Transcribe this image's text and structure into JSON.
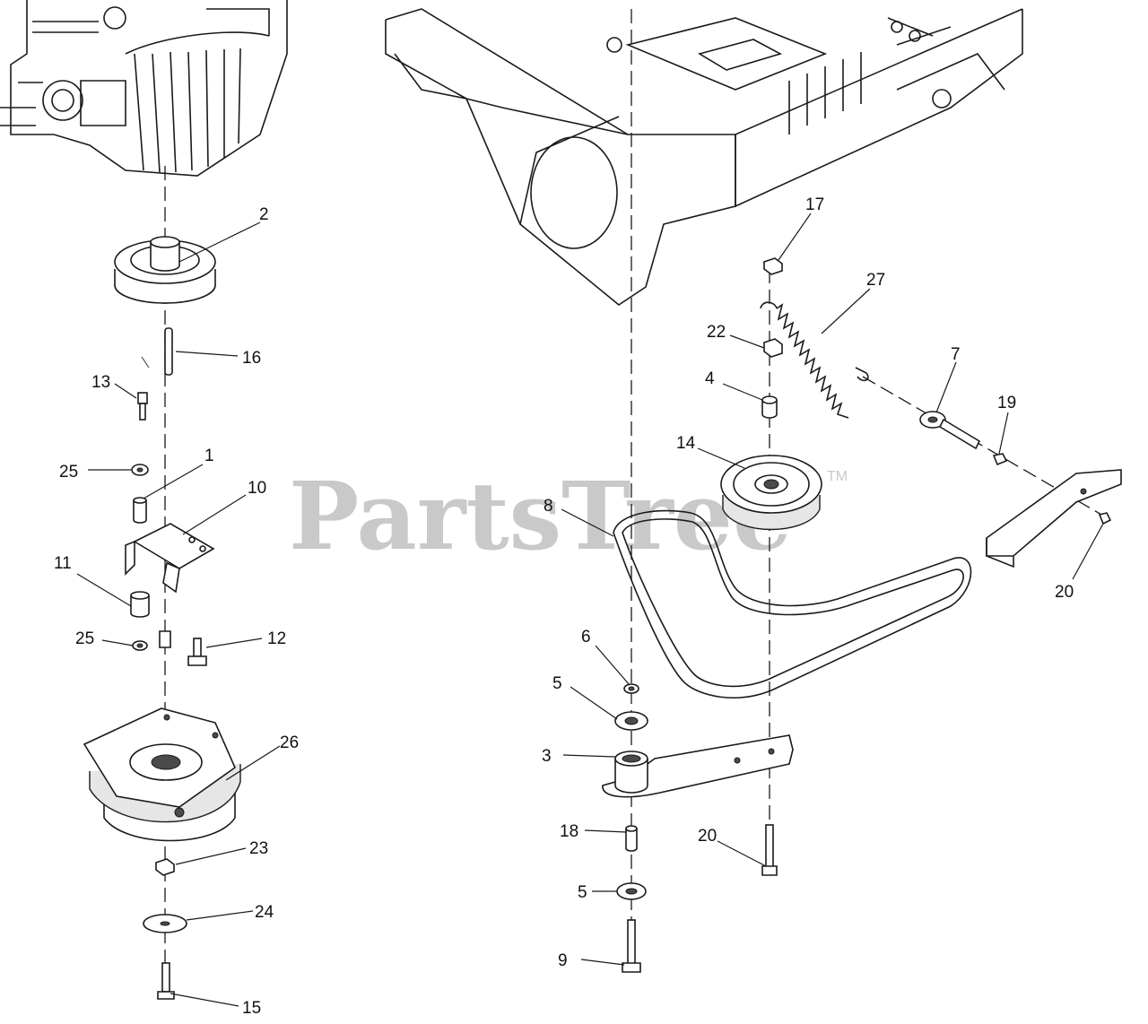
{
  "watermark": {
    "text": "PartsTree",
    "trademark": "TM"
  },
  "callouts": [
    "1",
    "2",
    "3",
    "4",
    "5",
    "5",
    "6",
    "7",
    "8",
    "9",
    "10",
    "11",
    "12",
    "13",
    "14",
    "15",
    "16",
    "17",
    "18",
    "19",
    "20",
    "20",
    "22",
    "23",
    "24",
    "25",
    "25",
    "26",
    "27"
  ],
  "parts": [
    "engine",
    "frame",
    "engine-pulley",
    "key",
    "cap-screw",
    "washer",
    "spacer",
    "bracket",
    "spacer",
    "washer",
    "bolt",
    "pto-clutch",
    "nut",
    "washer",
    "bolt",
    "idler-pulley",
    "spacer",
    "belt",
    "spring",
    "flange-nut",
    "nut",
    "eye-bolt",
    "nut",
    "bracket",
    "nut",
    "washer",
    "bearing",
    "idler-arm",
    "bushing",
    "bearing",
    "shaft-bolt",
    "pivot-bolt"
  ]
}
